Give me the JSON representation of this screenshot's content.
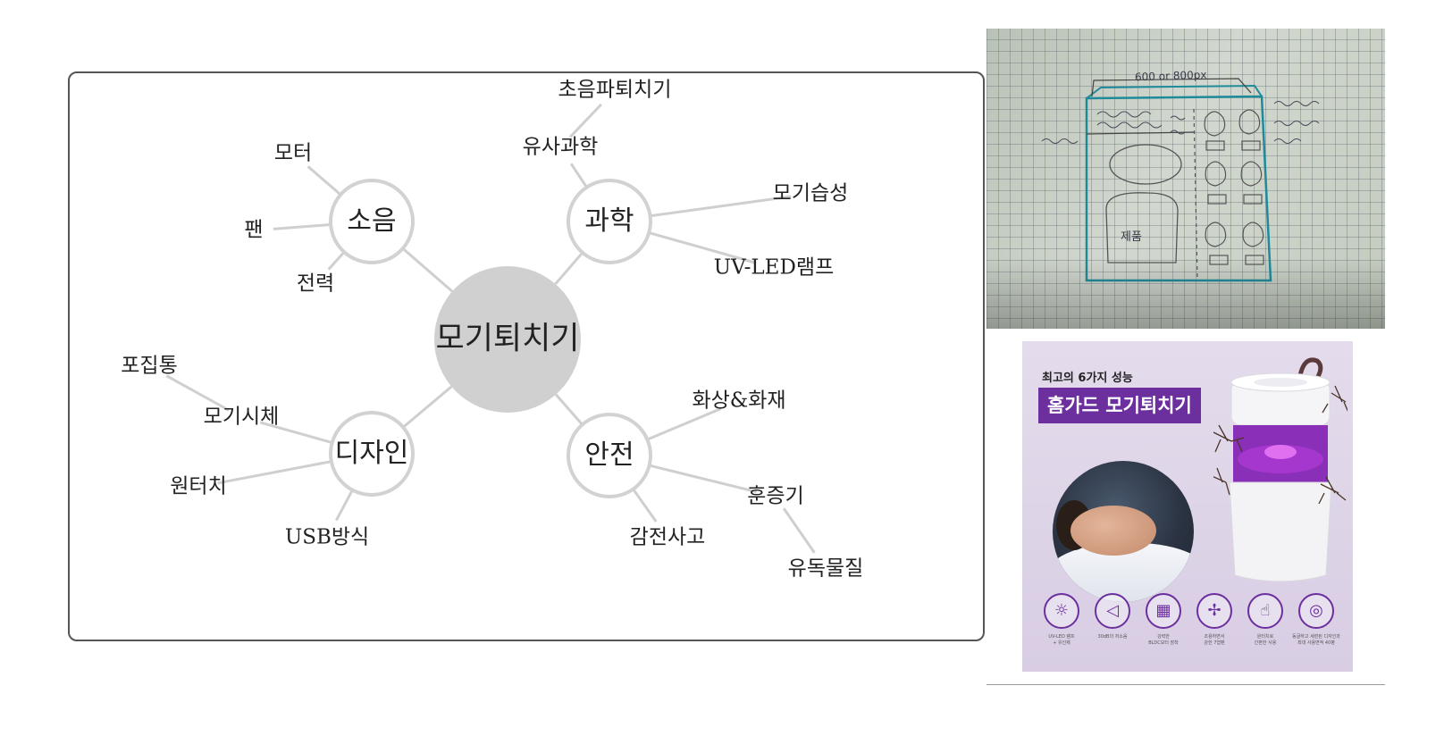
{
  "mindmap": {
    "center": "모기퇴치기",
    "branches": [
      {
        "label": "소음",
        "leaves": [
          "모터",
          "팬",
          "전력"
        ]
      },
      {
        "label": "과학",
        "leaves": [
          "유사과학",
          "초음파퇴치기",
          "모기습성",
          "UV-LED램프"
        ]
      },
      {
        "label": "디자인",
        "leaves": [
          "모기시체",
          "포집통",
          "원터치",
          "USB방식"
        ]
      },
      {
        "label": "안전",
        "leaves": [
          "화상&화재",
          "훈증기",
          "유독물질",
          "감전사고"
        ]
      }
    ],
    "colors": {
      "center_fill": "#cfd0cf",
      "node_stroke": "#d2d2d2",
      "line": "#cfcfcf",
      "frame": "#555555"
    }
  },
  "sketch": {
    "dimension_note": "600 or 800px",
    "box_label": "제품"
  },
  "product_ad": {
    "subtitle": "최고의 6가지 성능",
    "title": "홈가드 모기퇴치기",
    "accent_color": "#6c2f9e",
    "features": [
      {
        "icon": "bulb-icon",
        "caption": "UV-LED 램프\n+ 유인제"
      },
      {
        "icon": "speaker-icon",
        "caption": "30dB의 저소음"
      },
      {
        "icon": "motor-icon",
        "caption": "강력한\nBLDC모터 장착"
      },
      {
        "icon": "fan-icon",
        "caption": "조용하면서\n강한 7엽팬"
      },
      {
        "icon": "touch-icon",
        "caption": "원터치로\n간편한 사용"
      },
      {
        "icon": "lightbulb-icon",
        "caption": "동글하고 세련된 디자인과\n최대 사용면적 40평"
      }
    ]
  }
}
